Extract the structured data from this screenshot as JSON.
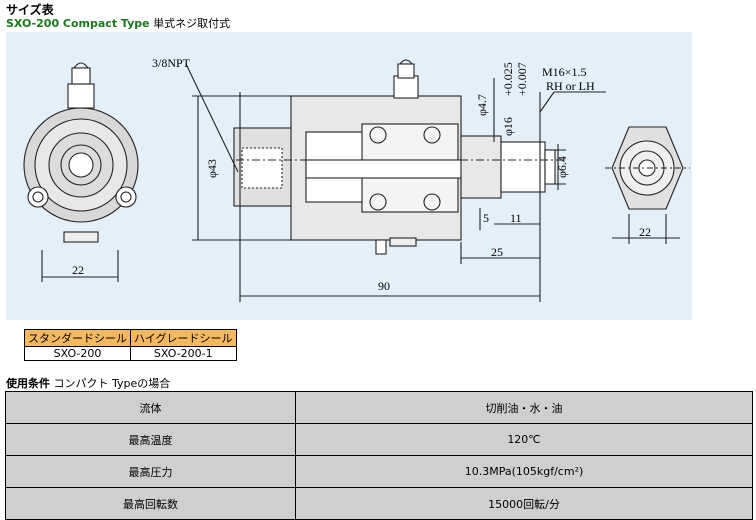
{
  "header": {
    "title": "サイズ表",
    "model": "SXO-200 Compact Type",
    "mount": "単式ネジ取付式"
  },
  "drawing": {
    "npt_label": "3/8NPT",
    "thread_label": "M16×1.5",
    "direction_label": "RH or LH",
    "dia43": "φ43",
    "dia47": "φ4.7",
    "dia16": "φ16",
    "tol_upper": "+0.025",
    "tol_lower": "+0.007",
    "dia64": "φ6.4",
    "dim_5": "5",
    "dim_11": "11",
    "dim_25": "25",
    "dim_90": "90",
    "dim_22_left": "22",
    "dim_22_right": "22"
  },
  "seal_table": {
    "headers": [
      "スタンダードシール",
      "ハイグレードシール"
    ],
    "values": [
      "SXO-200",
      "SXO-200-1"
    ]
  },
  "conditions": {
    "title": "使用条件",
    "subtitle": "コンパクト Typeの場合",
    "rows": [
      {
        "label": "流体",
        "value": "切削油・水・油"
      },
      {
        "label": "最高温度",
        "value": "120℃"
      },
      {
        "label": "最高圧力",
        "value": "10.3MPa(105kgf/cm²)"
      },
      {
        "label": "最高回転数",
        "value": "15000回転/分"
      }
    ]
  }
}
